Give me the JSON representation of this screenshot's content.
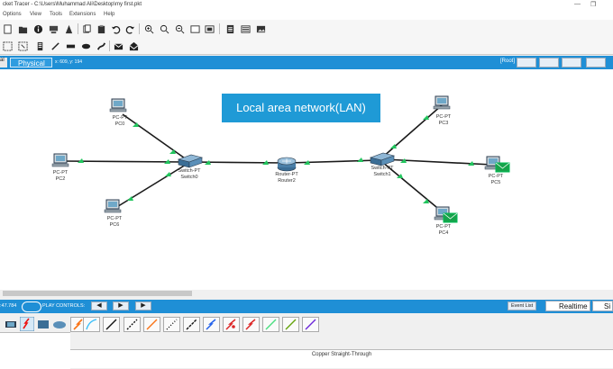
{
  "window": {
    "title": "cket Tracer - C:\\Users\\Muhammad Ali\\Desktop\\my first.pkt"
  },
  "menu": [
    "Options",
    "View",
    "Tools",
    "Extensions",
    "Help"
  ],
  "physbar": {
    "logical_tab": "al",
    "physical_tab": "Physical",
    "coords": "x: 609, y: 194",
    "root": "[Root]"
  },
  "banner": "Local area network(LAN)",
  "devices": {
    "pc0": {
      "type": "PC-PT",
      "name": "PC0"
    },
    "pc2": {
      "type": "PC-PT",
      "name": "PC2"
    },
    "pc6": {
      "type": "PC-PT",
      "name": "PC6"
    },
    "switch0": {
      "type": "Switch-PT",
      "name": "Switch0"
    },
    "router2": {
      "type": "Router-PT",
      "name": "Router2"
    },
    "switch1": {
      "type": "Switch-PT",
      "name": "Switch1"
    },
    "pc3": {
      "type": "PC-PT",
      "name": "PC3"
    },
    "pc5": {
      "type": "PC-PT",
      "name": "PC5"
    },
    "pc4": {
      "type": "PC-PT",
      "name": "PC4"
    }
  },
  "sim": {
    "time": ":47.784",
    "play_controls": "PLAY CONTROLS:",
    "event_list": "Event List",
    "realtime": "Realtime",
    "simulation": "Si"
  },
  "cable_selected": "Copper Straight-Through",
  "colors": {
    "accent": "#1f8fd6",
    "link": "#1a1a1a",
    "link_light": "#22c55e",
    "banner": "#1f9ad6"
  }
}
